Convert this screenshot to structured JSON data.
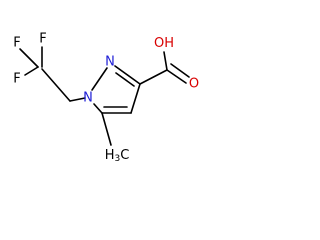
{
  "molecule": {
    "atoms": {
      "f1": "F",
      "f2": "F",
      "f3": "F",
      "n1": "N",
      "n2": "N",
      "oh_o": "O",
      "oh_h": "H",
      "o_carbonyl": "O",
      "methyl_c": "H",
      "methyl_h": "C",
      "methyl_sub": "3"
    }
  },
  "colors": {
    "bond": "#000000",
    "fluorine": "#000000",
    "nitrogen": "#1f1fd6",
    "oxygen": "#d80000",
    "carbon": "#000000"
  }
}
